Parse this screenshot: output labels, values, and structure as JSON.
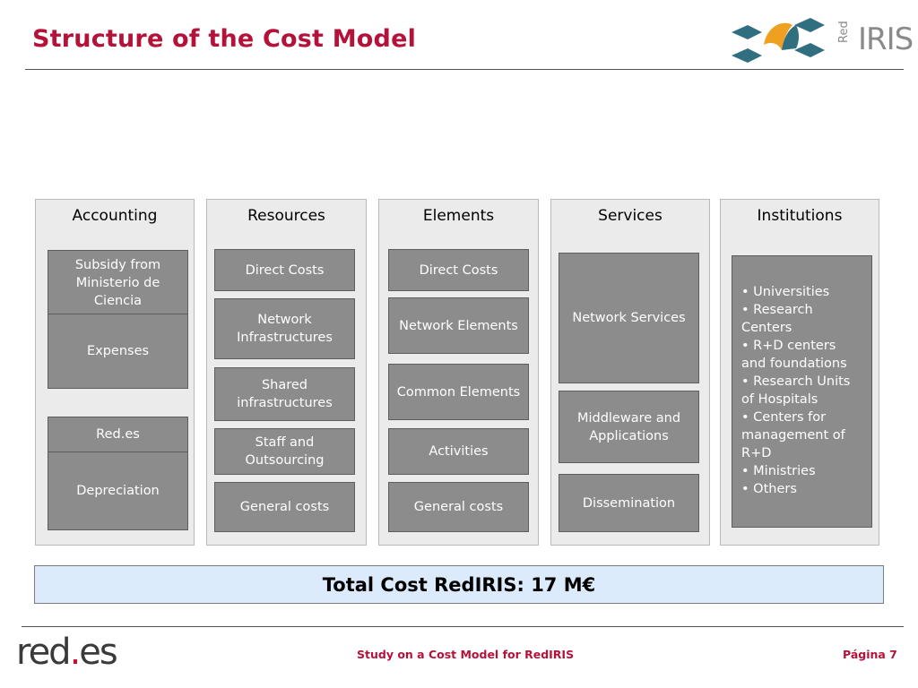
{
  "title": "Structure of the Cost Model",
  "logo": {
    "brand_top": "Red",
    "brand_main": "IRIS"
  },
  "columns": {
    "accounting": {
      "header": "Accounting",
      "boxes": [
        "Subsidy from Ministerio de Ciencia",
        "Expenses",
        "Red.es",
        "Depreciation"
      ]
    },
    "resources": {
      "header": "Resources",
      "boxes": [
        "Direct Costs",
        "Network Infrastructures",
        "Shared infrastructures",
        "Staff and Outsourcing",
        "General  costs"
      ]
    },
    "elements": {
      "header": "Elements",
      "boxes": [
        "Direct Costs",
        "Network Elements",
        "Common Elements",
        "Activities",
        "General costs"
      ]
    },
    "services": {
      "header": "Services",
      "boxes": [
        "Network Services",
        "Middleware and Applications",
        "Dissemination"
      ]
    },
    "institutions": {
      "header": "Institutions",
      "items": [
        "• Universities",
        "• Research Centers",
        "• R+D centers and foundations",
        "• Research Units of Hospitals",
        "• Centers for management of R+D",
        "• Ministries",
        "• Others"
      ]
    }
  },
  "total": "Total Cost RedIRIS: 17 M€",
  "footer": {
    "logo_left": "red",
    "logo_dot": ".",
    "logo_right": "es",
    "center": "Study on a Cost Model for RedIRIS",
    "page": "Página 7"
  },
  "colors": {
    "title": "#b5123a",
    "box_fill": "#8c8c8c",
    "column_fill": "#ebebeb",
    "total_fill": "#dcebfc",
    "logo_blue": "#2f6f80",
    "logo_orange": "#f0a020"
  }
}
